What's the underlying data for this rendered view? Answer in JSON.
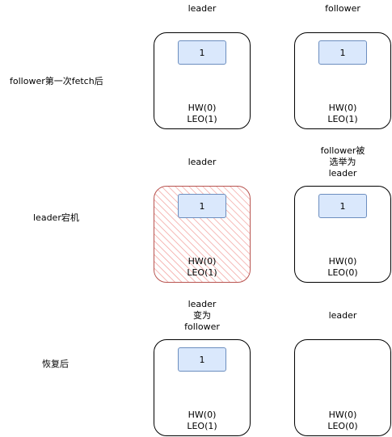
{
  "rows": [
    {
      "side_label": "follower第一次fetch后",
      "nodes": [
        {
          "title": "leader",
          "message": "1",
          "hw": "HW(0)",
          "leo": "LEO(1)"
        },
        {
          "title": "follower",
          "message": "1",
          "hw": "HW(0)",
          "leo": "LEO(1)"
        }
      ]
    },
    {
      "side_label": "leader宕机",
      "nodes": [
        {
          "title": "leader",
          "message": "1",
          "hw": "HW(0)",
          "leo": "LEO(1)",
          "crashed": true
        },
        {
          "title": "follower被\n选举为\nleader",
          "message": "1",
          "hw": "HW(0)",
          "leo": "LEO(0)"
        }
      ]
    },
    {
      "side_label": "恢复后",
      "nodes": [
        {
          "title": "leader\n变为\nfollower",
          "message": "1",
          "hw": "HW(0)",
          "leo": "LEO(1)"
        },
        {
          "title": "leader",
          "hw": "HW(0)",
          "leo": "LEO(0)"
        }
      ]
    }
  ],
  "colors": {
    "message_fill": "#dae8fc",
    "message_stroke": "#6c8ebf",
    "crash_stroke": "#b85450",
    "crash_hatch": "#f19c99"
  }
}
